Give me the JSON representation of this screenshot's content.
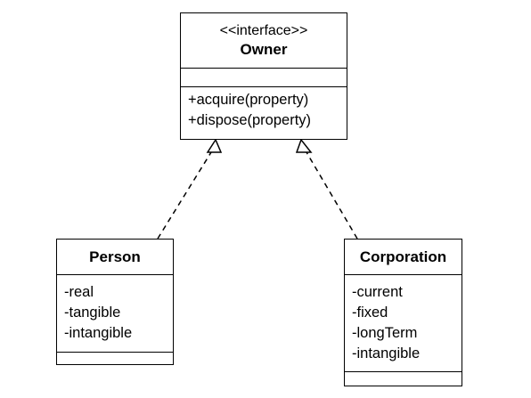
{
  "colors": {
    "background": "#ffffff",
    "line": "#000000",
    "text": "#000000"
  },
  "owner": {
    "stereotype": "<<interface>>",
    "name": "Owner",
    "attributes": [],
    "operations": [
      "+acquire(property)",
      "+dispose(property)"
    ]
  },
  "person": {
    "name": "Person",
    "attributes": [
      "-real",
      "-tangible",
      "-intangible"
    ],
    "operations": []
  },
  "corporation": {
    "name": "Corporation",
    "attributes": [
      "-current",
      "-fixed",
      "-longTerm",
      "-intangible"
    ],
    "operations": []
  },
  "relationships": [
    {
      "from": "Person",
      "to": "Owner",
      "type": "realization"
    },
    {
      "from": "Corporation",
      "to": "Owner",
      "type": "realization"
    }
  ]
}
